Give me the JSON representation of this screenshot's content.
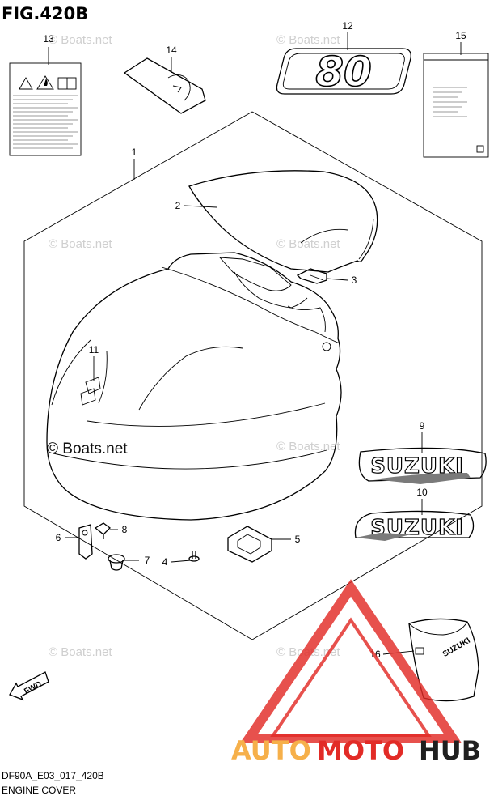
{
  "figure": {
    "title": "FIG.420B",
    "code": "DF90A_E03_017_420B",
    "name": "ENGINE COVER"
  },
  "watermark": {
    "text": "© Boats.net"
  },
  "callouts": [
    "1",
    "2",
    "3",
    "4",
    "5",
    "6",
    "7",
    "8",
    "9",
    "10",
    "11",
    "12",
    "13",
    "14",
    "15",
    "16"
  ],
  "decal_12": {
    "text": "80"
  },
  "decal_9": {
    "text": "SUZUKI"
  },
  "decal_10": {
    "text": "SUZUKI"
  },
  "cover_16": {
    "text": "SUZUKI"
  },
  "fwd_arrow": {
    "text": "FWD"
  },
  "logo": {
    "part1": "AUTO",
    "part2": "MOTO",
    "part3": "HUB",
    "colors": {
      "auto": "#f6b04a",
      "moto": "#e22b26",
      "hub": "#1f1f1f"
    }
  }
}
